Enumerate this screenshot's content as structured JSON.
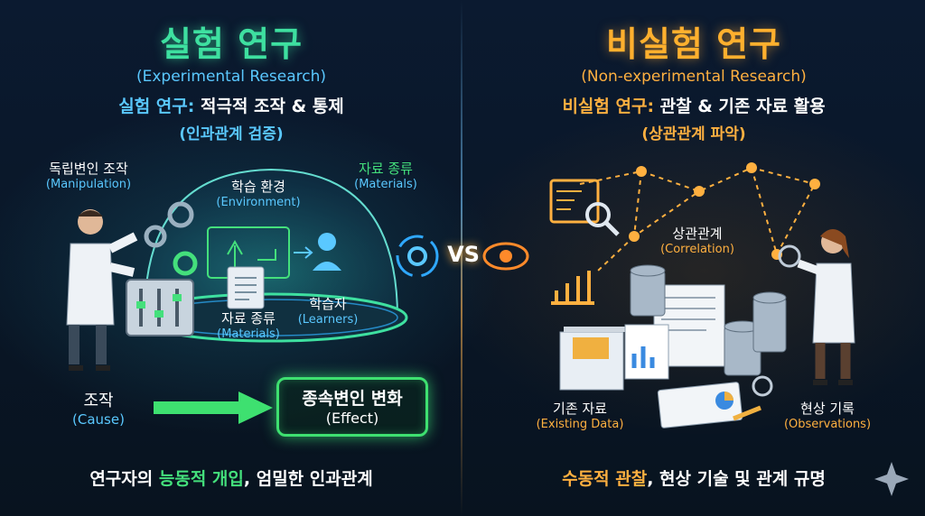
{
  "left": {
    "title": "실험 연구",
    "title_en": "(Experimental Research)",
    "subtitle_prefix": "실험 연구:",
    "subtitle_rest": " 적극적 조작 & 통제",
    "subtitle2": "(인과관계 검증)",
    "manipulation_ko": "독립변인 조작",
    "manipulation_en": "(Manipulation)",
    "materials_top_ko": "자료 종류",
    "materials_top_en": "(Materials)",
    "environment_ko": "학습 환경",
    "environment_en": "(Environment)",
    "materials_ko": "자료 종류",
    "materials_en": "(Materials)",
    "learners_ko": "학습자",
    "learners_en": "(Learners)",
    "cause_ko": "조작",
    "cause_en": "(Cause)",
    "effect_ko": "종속변인 변화",
    "effect_en": "(Effect)",
    "bottom_pre": "연구자의 ",
    "bottom_hl": "능동적 개입",
    "bottom_post": ", 엄밀한 인과관계"
  },
  "vs": "VS",
  "right": {
    "title": "비실험 연구",
    "title_en": "(Non-experimental Research)",
    "subtitle_prefix": "비실험 연구:",
    "subtitle_rest": " 관찰 & 기존 자료 활용",
    "subtitle2": "(상관관계 파악)",
    "correlation_ko": "상관관계",
    "correlation_en": "(Correlation)",
    "existing_ko": "기존 자료",
    "existing_en": "(Existing Data)",
    "observations_ko": "현상 기록",
    "observations_en": "(Observations)",
    "bottom_hl": "수동적 관찰",
    "bottom_post": ", 현상 기술 및 관계 규명"
  },
  "colors": {
    "green": "#3ee0a0",
    "orange": "#ffb02e",
    "cyan": "#5ac8ff"
  }
}
